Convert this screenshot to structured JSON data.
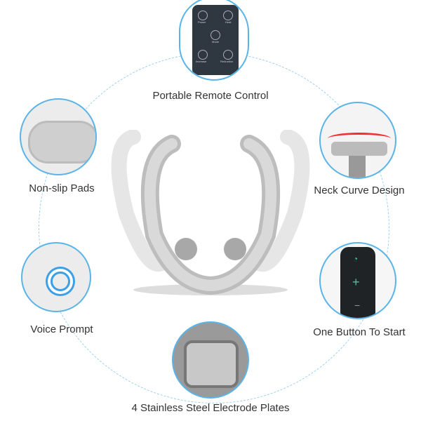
{
  "features": [
    {
      "label": "Portable Remote Control",
      "icon": "remote-control-icon"
    },
    {
      "label": "Non-slip Pads",
      "icon": "pad-icon"
    },
    {
      "label": "Neck Curve Design",
      "icon": "neck-curve-icon"
    },
    {
      "label": "Voice Prompt",
      "icon": "voice-icon"
    },
    {
      "label": "One Button To Start",
      "icon": "button-panel-icon"
    },
    {
      "label": "4 Stainless Steel Electrode Plates",
      "icon": "electrode-icon"
    }
  ],
  "remote": {
    "power": "Power",
    "heat": "Heat",
    "mode": "Mode",
    "increase": "Increase",
    "reduction": "Reduction"
  },
  "colors": {
    "accent": "#5ab4e8",
    "device": "#c8c8c8"
  }
}
